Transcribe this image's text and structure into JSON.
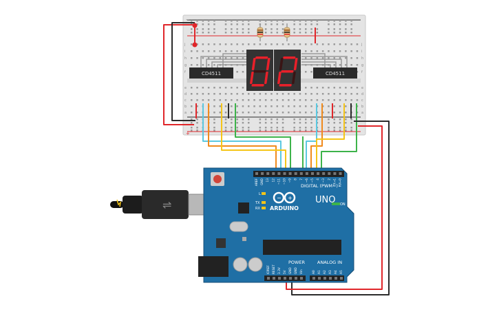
{
  "breadboard": {
    "row_letters_top": [
      "j",
      "i",
      "h",
      "g",
      "f"
    ],
    "row_letters_bottom": [
      "e",
      "d",
      "c",
      "b",
      "a"
    ],
    "plus_label": "+",
    "minus_label": "−"
  },
  "chips": {
    "left_label": "CD4511",
    "right_label": "CD4511"
  },
  "display": {
    "digits": [
      "0",
      "2"
    ],
    "segment_on_color": "#e8202a",
    "segment_off_color": "#3a1414"
  },
  "arduino": {
    "brand": "ARDUINO",
    "model": "UNO",
    "digital_header_label": "DIGITAL (PWM~)",
    "digital_pins": [
      "AREF",
      "GND",
      "13",
      "12",
      "~11",
      "~10",
      "~9",
      "8",
      "7",
      "~6",
      "~5",
      "4",
      "~3",
      "2",
      "TX→1",
      "RX←0"
    ],
    "power_label": "POWER",
    "power_pins": [
      "IOREF",
      "RESET",
      "3.3V",
      "5V",
      "GND",
      "GND",
      "Vin"
    ],
    "analog_label": "ANALOG IN",
    "analog_pins": [
      "A0",
      "A1",
      "A2",
      "A3",
      "A4",
      "A5"
    ],
    "led_labels": [
      "L",
      "TX",
      "RX"
    ],
    "on_label": "ON",
    "board_color": "#1f6fa5"
  },
  "wires": {
    "colors": {
      "red": "#e0262a",
      "black": "#2b2b2b",
      "orange": "#f08a1c",
      "yellow": "#f5c518",
      "green": "#3db34a",
      "cyan": "#5bc8e0"
    }
  }
}
